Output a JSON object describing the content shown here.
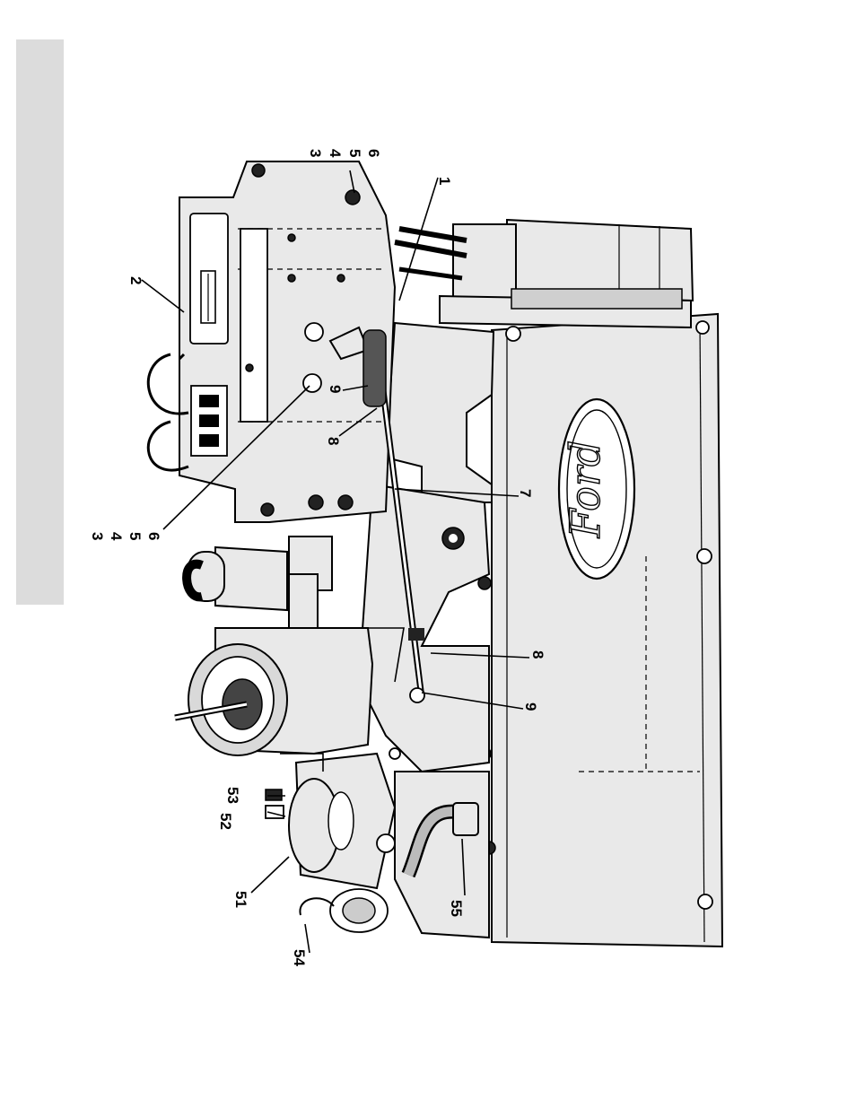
{
  "figure": {
    "logo_text": "Ford",
    "callouts": {
      "c1": "1",
      "c2": "2",
      "c3a": "3",
      "c4a": "4",
      "c5a": "5",
      "c6a": "6",
      "c3b": "3",
      "c4b": "4",
      "c5b": "5",
      "c6b": "6",
      "c7": "7",
      "c8a": "8",
      "c9a": "9",
      "c8b": "8",
      "c9b": "9",
      "c51": "51",
      "c52": "52",
      "c53": "53",
      "c54": "54",
      "c55": "55"
    }
  }
}
